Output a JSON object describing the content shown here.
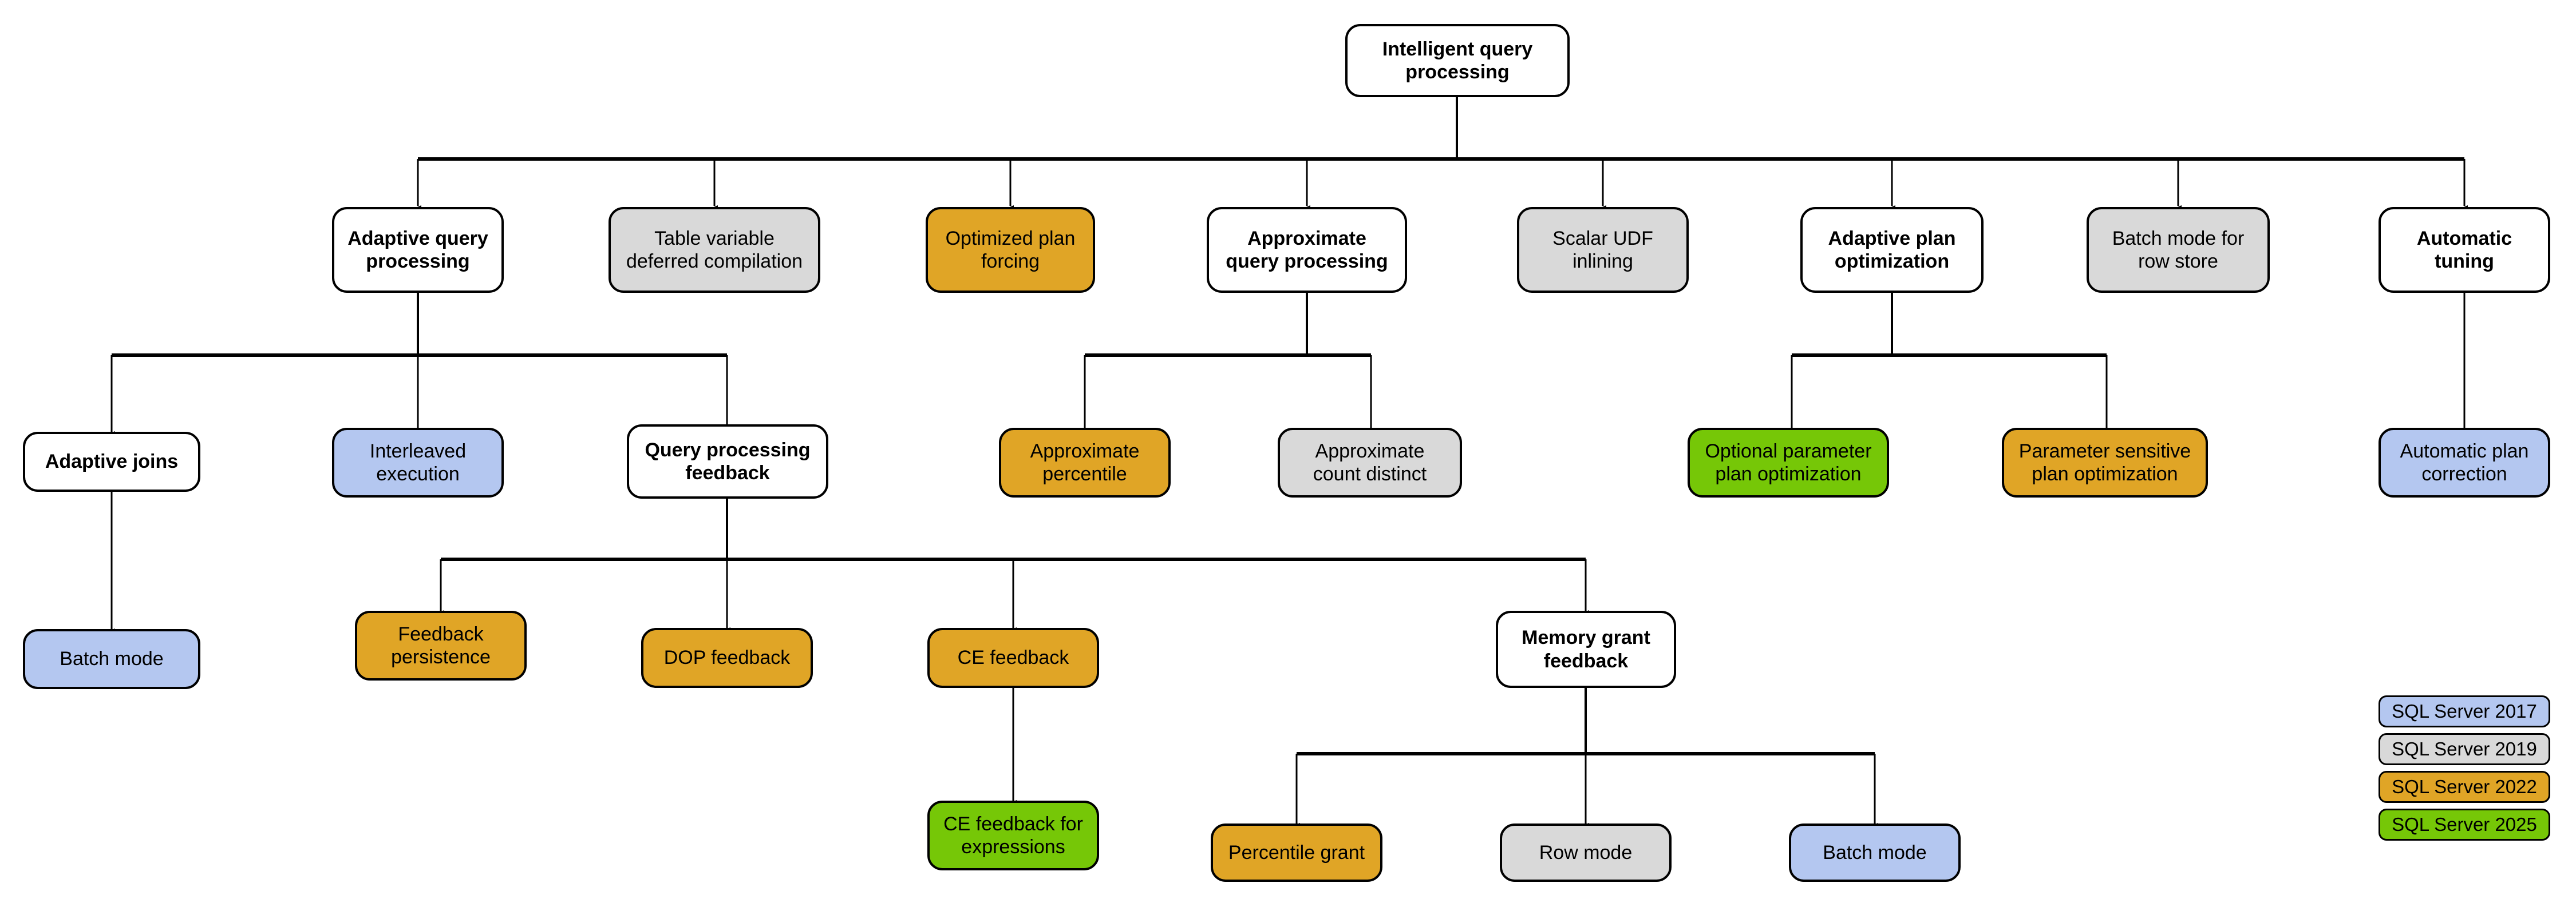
{
  "diagram": {
    "title": "Intelligent query processing",
    "colors": {
      "sql2017": "#b4c7f0",
      "sql2019": "#d9d9d9",
      "sql2022": "#e0a526",
      "sql2025": "#76c707",
      "neutral": "#ffffff",
      "stroke": "#000000"
    },
    "nodes": {
      "root": "Intelligent query\nprocessing",
      "adaptive_query_processing": "Adaptive query\nprocessing",
      "table_variable_deferred_compilation": "Table variable\ndeferred compilation",
      "optimized_plan_forcing": "Optimized plan\nforcing",
      "approximate_query_processing": "Approximate\nquery processing",
      "scalar_udf_inlining": "Scalar UDF\ninlining",
      "adaptive_plan_optimization": "Adaptive plan\noptimization",
      "batch_mode_for_row_store": "Batch mode for\nrow store",
      "automatic_tuning": "Automatic\ntuning",
      "adaptive_joins": "Adaptive joins",
      "interleaved_execution": "Interleaved\nexecution",
      "query_processing_feedback": "Query processing\nfeedback",
      "approximate_percentile": "Approximate\npercentile",
      "approximate_count_distinct": "Approximate\ncount distinct",
      "optional_parameter_plan_optimization": "Optional parameter\nplan optimization",
      "parameter_sensitive_plan_optimization": "Parameter sensitive\nplan optimization",
      "automatic_plan_correction": "Automatic plan\ncorrection",
      "batch_mode": "Batch mode",
      "feedback_persistence": "Feedback\npersistence",
      "dop_feedback": "DOP feedback",
      "ce_feedback": "CE feedback",
      "memory_grant_feedback": "Memory grant\nfeedback",
      "ce_feedback_for_expressions": "CE feedback for\nexpressions",
      "percentile_grant": "Percentile grant",
      "row_mode": "Row mode",
      "batch_mode_mgf": "Batch mode"
    },
    "legend": [
      {
        "label": "SQL Server 2017",
        "color": "#b4c7f0"
      },
      {
        "label": "SQL Server 2019",
        "color": "#d9d9d9"
      },
      {
        "label": "SQL Server 2022",
        "color": "#e0a526"
      },
      {
        "label": "SQL Server 2025",
        "color": "#76c707"
      }
    ]
  }
}
